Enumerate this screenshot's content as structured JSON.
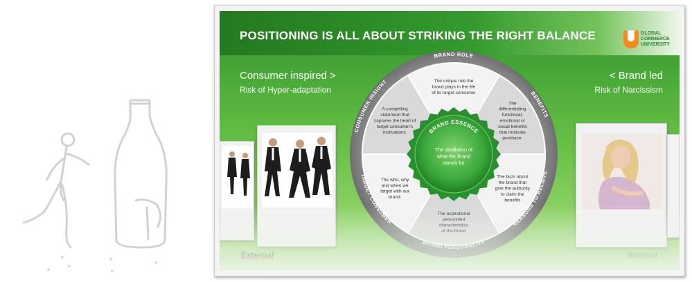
{
  "slide": {
    "title": "POSITIONING IS ALL ABOUT STRIKING THE RIGHT BALANCE",
    "logo_text": "GLOBAL\nCOMMERCE\nUNIVERSITY",
    "left": {
      "title": "Consumer inspired >",
      "subtitle": "Risk of Hyper-adaptation"
    },
    "right": {
      "title": "< Brand led",
      "subtitle": "Risk of Narcissism"
    },
    "footer": {
      "left": "External",
      "right": "Internal"
    }
  },
  "wheel": {
    "segments": [
      {
        "label": "BRAND ROLE",
        "text": [
          "The unique role the",
          "brand plays in the life",
          "of its target consumer"
        ]
      },
      {
        "label": "BENEFITS",
        "text": [
          "The",
          "differentiating",
          "functional,",
          "emotional or",
          "social benefits",
          "that motivate",
          "purchase."
        ]
      },
      {
        "label": "REASONS TO BELIEVE",
        "text": [
          "The facts about",
          "the brand that",
          "give the authority",
          "to claim the",
          "benefits"
        ]
      },
      {
        "label": "BRAND PERSONALITY",
        "text": [
          "The aspirational",
          "personified",
          "characteristics",
          "of the brand"
        ]
      },
      {
        "label": "TARGET CONSUMER",
        "text": [
          "The who, why",
          "and when we",
          "target with our",
          "brand."
        ]
      },
      {
        "label": "CONSUMER INSIGHT",
        "text": [
          "A compelling",
          "statement that",
          "captures the heart of",
          "target consumer's",
          "motivations."
        ]
      }
    ],
    "center": {
      "label": "BRAND ESSENCE",
      "text": [
        "The distillation of",
        "what the Brand",
        "stands for"
      ]
    }
  },
  "colors": {
    "green_dark": "#23791f",
    "green_light": "#8fd268",
    "accent_orange": "#f28c1e",
    "cap_green": "#3aa83b"
  },
  "icons": {
    "sketch": "running-figure-and-bottle-sketch",
    "left_photo": "running-businessmen-photo",
    "right_photo": "woman-portrait-photo"
  }
}
